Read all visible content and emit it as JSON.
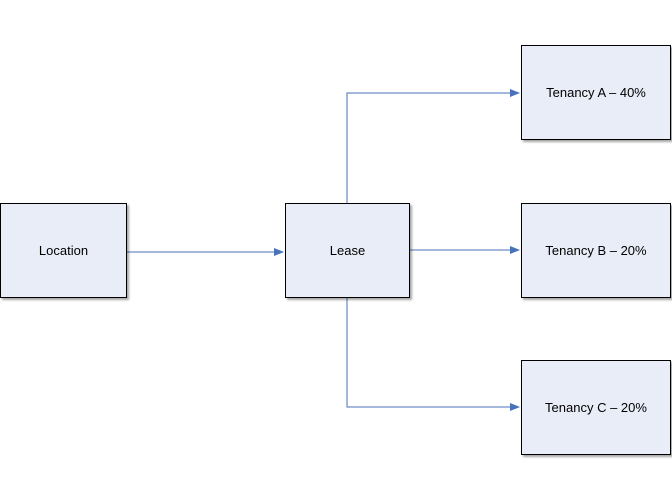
{
  "colors": {
    "node_fill": "#e9edf7",
    "node_border": "#000000",
    "connector": "#4a72b8"
  },
  "nodes": {
    "location": {
      "label": "Location"
    },
    "lease": {
      "label": "Lease"
    },
    "tenancy_a": {
      "label": "Tenancy A – 40%"
    },
    "tenancy_b": {
      "label": "Tenancy B – 20%"
    },
    "tenancy_c": {
      "label": "Tenancy C – 20%"
    }
  },
  "edges": [
    {
      "from": "location",
      "to": "lease"
    },
    {
      "from": "lease",
      "to": "tenancy_a"
    },
    {
      "from": "lease",
      "to": "tenancy_b"
    },
    {
      "from": "lease",
      "to": "tenancy_c"
    }
  ]
}
